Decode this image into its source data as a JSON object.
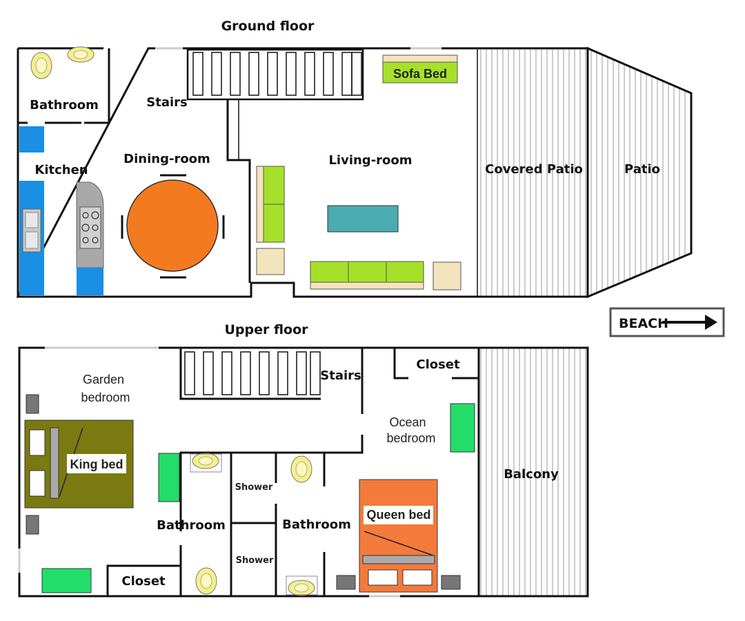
{
  "headings": {
    "ground": "Ground floor",
    "upper": "Upper floor"
  },
  "ground_rooms": {
    "bathroom": "Bathroom",
    "stairs": "Stairs",
    "kitchen": "Kitchen",
    "dining": "Dining-room",
    "living": "Living-room",
    "covered_patio": "Covered Patio",
    "patio": "Patio",
    "sofa_bed": "Sofa Bed"
  },
  "upper_rooms": {
    "garden_line1": "Garden",
    "garden_line2": "bedroom",
    "king_bed": "King bed",
    "stairs": "Stairs",
    "closet_top": "Closet",
    "ocean_line1": "Ocean",
    "ocean_line2": "bedroom",
    "balcony": "Balcony",
    "bathroom_left": "Bathroom",
    "shower_top": "Shower",
    "shower_bottom": "Shower",
    "bathroom_right": "Bathroom",
    "queen_bed": "Queen bed",
    "closet_bottom": "Closet"
  },
  "beach_sign": {
    "label": "BEACH"
  },
  "colors": {
    "sofa_green": "#a6e02a",
    "table_orange": "#f47a20",
    "coffee_table": "#4aabb0",
    "kitchen_blue": "#1a8fe3",
    "king_bed": "#7a7a10",
    "queen_bed": "#f47a3c",
    "dresser_green": "#22dd6a",
    "beige": "#f2e4bc",
    "toilet_yellow": "#f5f08a"
  }
}
